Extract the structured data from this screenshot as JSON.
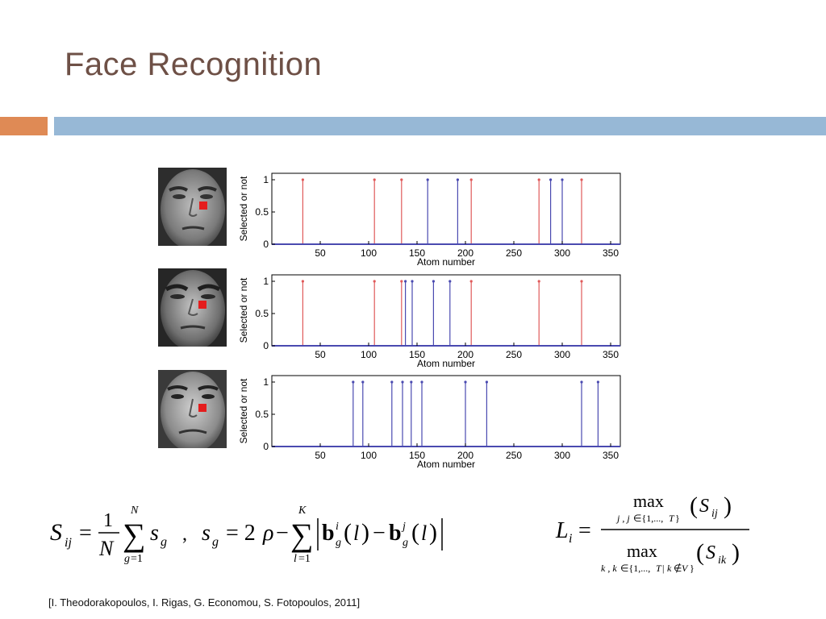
{
  "slide": {
    "title": "Face Recognition"
  },
  "citation": "[I. Theodorakopoulos, I. Rigas, G. Economou, S. Fotopoulos, 2011]",
  "colors": {
    "title": "#6e5046",
    "accent_orange": "#df8a55",
    "accent_blue": "#97b8d6",
    "marker": "#e41d1d",
    "stem_red": "#e05a5a",
    "stem_blue": "#4a4ab0"
  },
  "chart_data": [
    {
      "type": "stem",
      "xlabel": "Atom number",
      "ylabel": "Selected or not",
      "xlim": [
        0,
        360
      ],
      "ylim": [
        0,
        1.1
      ],
      "xticks": [
        50,
        100,
        150,
        200,
        250,
        300,
        350
      ],
      "yticks": [
        0,
        0.5,
        1
      ],
      "series": [
        {
          "color": "red",
          "x": [
            32,
            106,
            134,
            206,
            276,
            320
          ],
          "y": [
            1,
            1,
            1,
            1,
            1,
            1
          ]
        },
        {
          "color": "blue",
          "x": [
            161,
            192,
            288,
            300
          ],
          "y": [
            1,
            1,
            1,
            1
          ]
        }
      ]
    },
    {
      "type": "stem",
      "xlabel": "Atom number",
      "ylabel": "Selected or not",
      "xlim": [
        0,
        360
      ],
      "ylim": [
        0,
        1.1
      ],
      "xticks": [
        50,
        100,
        150,
        200,
        250,
        300,
        350
      ],
      "yticks": [
        0,
        0.5,
        1
      ],
      "series": [
        {
          "color": "red",
          "x": [
            32,
            106,
            134,
            206,
            276,
            320
          ],
          "y": [
            1,
            1,
            1,
            1,
            1,
            1
          ]
        },
        {
          "color": "blue",
          "x": [
            138,
            145,
            167,
            184
          ],
          "y": [
            1,
            1,
            1,
            1
          ]
        }
      ]
    },
    {
      "type": "stem",
      "xlabel": "Atom number",
      "ylabel": "Selected or not",
      "xlim": [
        0,
        360
      ],
      "ylim": [
        0,
        1.1
      ],
      "xticks": [
        50,
        100,
        150,
        200,
        250,
        300,
        350
      ],
      "yticks": [
        0,
        0.5,
        1
      ],
      "series": [
        {
          "color": "red",
          "x": [],
          "y": []
        },
        {
          "color": "blue",
          "x": [
            84,
            94,
            124,
            135,
            144,
            155,
            200,
            222,
            320,
            337
          ],
          "y": [
            1,
            1,
            1,
            1,
            1,
            1,
            1,
            1,
            1,
            1
          ]
        }
      ]
    }
  ]
}
